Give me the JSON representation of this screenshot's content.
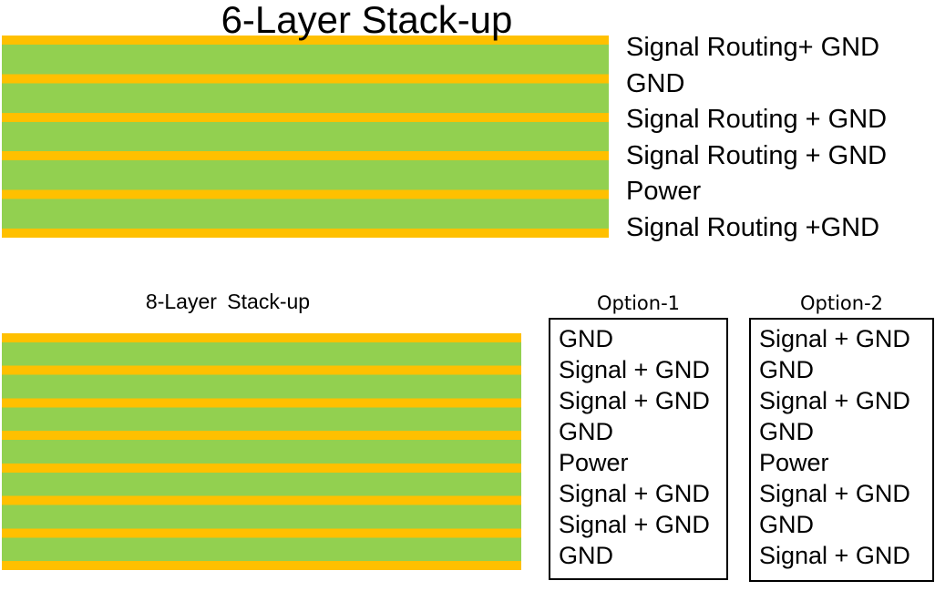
{
  "colors": {
    "copper_layer": "#FFC000",
    "substrate": "#92D050",
    "text": "#000000",
    "box_border": "#000000"
  },
  "six_layer": {
    "title": "6-Layer Stack-up",
    "labels": [
      "Signal Routing+ GND",
      "GND",
      "Signal Routing + GND",
      "Signal Routing + GND",
      "Power",
      "Signal Routing +GND"
    ]
  },
  "eight_layer": {
    "title": "8-Layer Stack-up",
    "options": [
      {
        "title": "Option-1",
        "layers": [
          "GND",
          "Signal + GND",
          "Signal + GND",
          "GND",
          "Power",
          "Signal + GND",
          "Signal + GND",
          "GND"
        ]
      },
      {
        "title": "Option-2",
        "layers": [
          "Signal + GND",
          "GND",
          "Signal + GND",
          "GND",
          "Power",
          "Signal + GND",
          "GND",
          "Signal + GND"
        ]
      }
    ]
  }
}
